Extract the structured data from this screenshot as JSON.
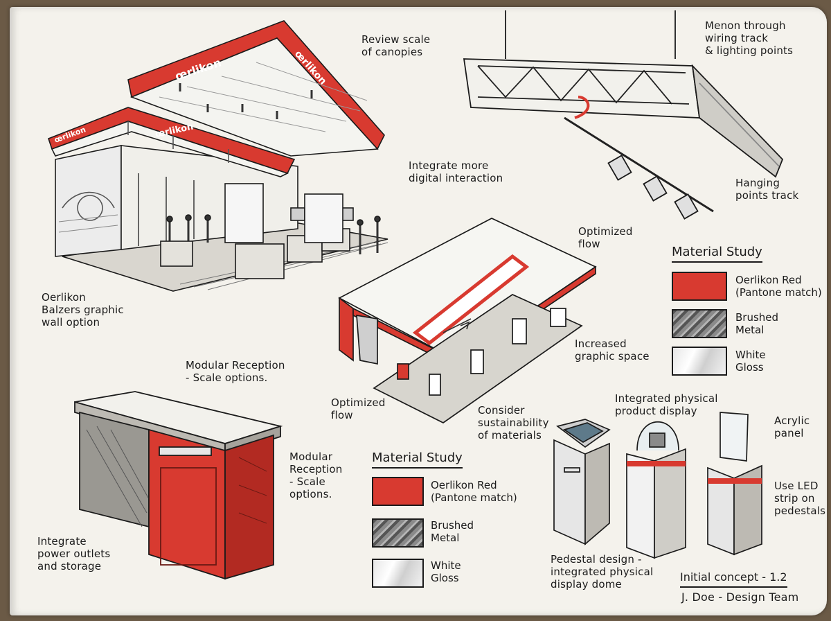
{
  "brand": {
    "logo_text": "œrlikon",
    "accent_red": "#d83a30",
    "ink": "#1b1b1b",
    "paper": "#f4f2ec"
  },
  "annotations": {
    "review_canopies": "Review scale\nof canopies",
    "wiring_track": "Menon through\nwiring track\n& lighting points",
    "digital_interaction": "Integrate more\ndigital interaction",
    "hanging_points": "Hanging\npoints track",
    "optimized_flow_top": "Optimized\nflow",
    "graphic_wall": "Oerlikon\nBalzers graphic\nwall option",
    "increased_graphic": "Increased\ngraphic space",
    "modular_reception_top": "Modular Reception\n- Scale options.",
    "optimized_flow_bottom": "Optimized\nflow",
    "sustainability": "Consider\nsustainability\nof materials",
    "modular_reception_side": "Modular\nReception\n- Scale\noptions.",
    "power_outlets": "Integrate\npower outlets\nand storage",
    "product_display": "Integrated physical\nproduct display",
    "acrylic_panel": "Acrylic\npanel",
    "led_strip": "Use LED\nstrip on\npedestals",
    "pedestal_design": "Pedestal design -\nintegrated physical\ndisplay dome"
  },
  "material_study_right": {
    "heading": "Material Study",
    "items": [
      {
        "label": "Oerlikon Red\n(Pantone match)",
        "swatch": "red"
      },
      {
        "label": "Brushed\nMetal",
        "swatch": "metal"
      },
      {
        "label": "White\nGloss",
        "swatch": "gloss"
      }
    ]
  },
  "material_study_center": {
    "heading": "Material Study",
    "items": [
      {
        "label": "Oerlikon Red\n(Pantone match)",
        "swatch": "red"
      },
      {
        "label": "Brushed\nMetal",
        "swatch": "metal"
      },
      {
        "label": "White\nGloss",
        "swatch": "gloss"
      }
    ]
  },
  "footer": {
    "concept": "Initial concept - 1.2",
    "author": "J. Doe - Design Team"
  }
}
